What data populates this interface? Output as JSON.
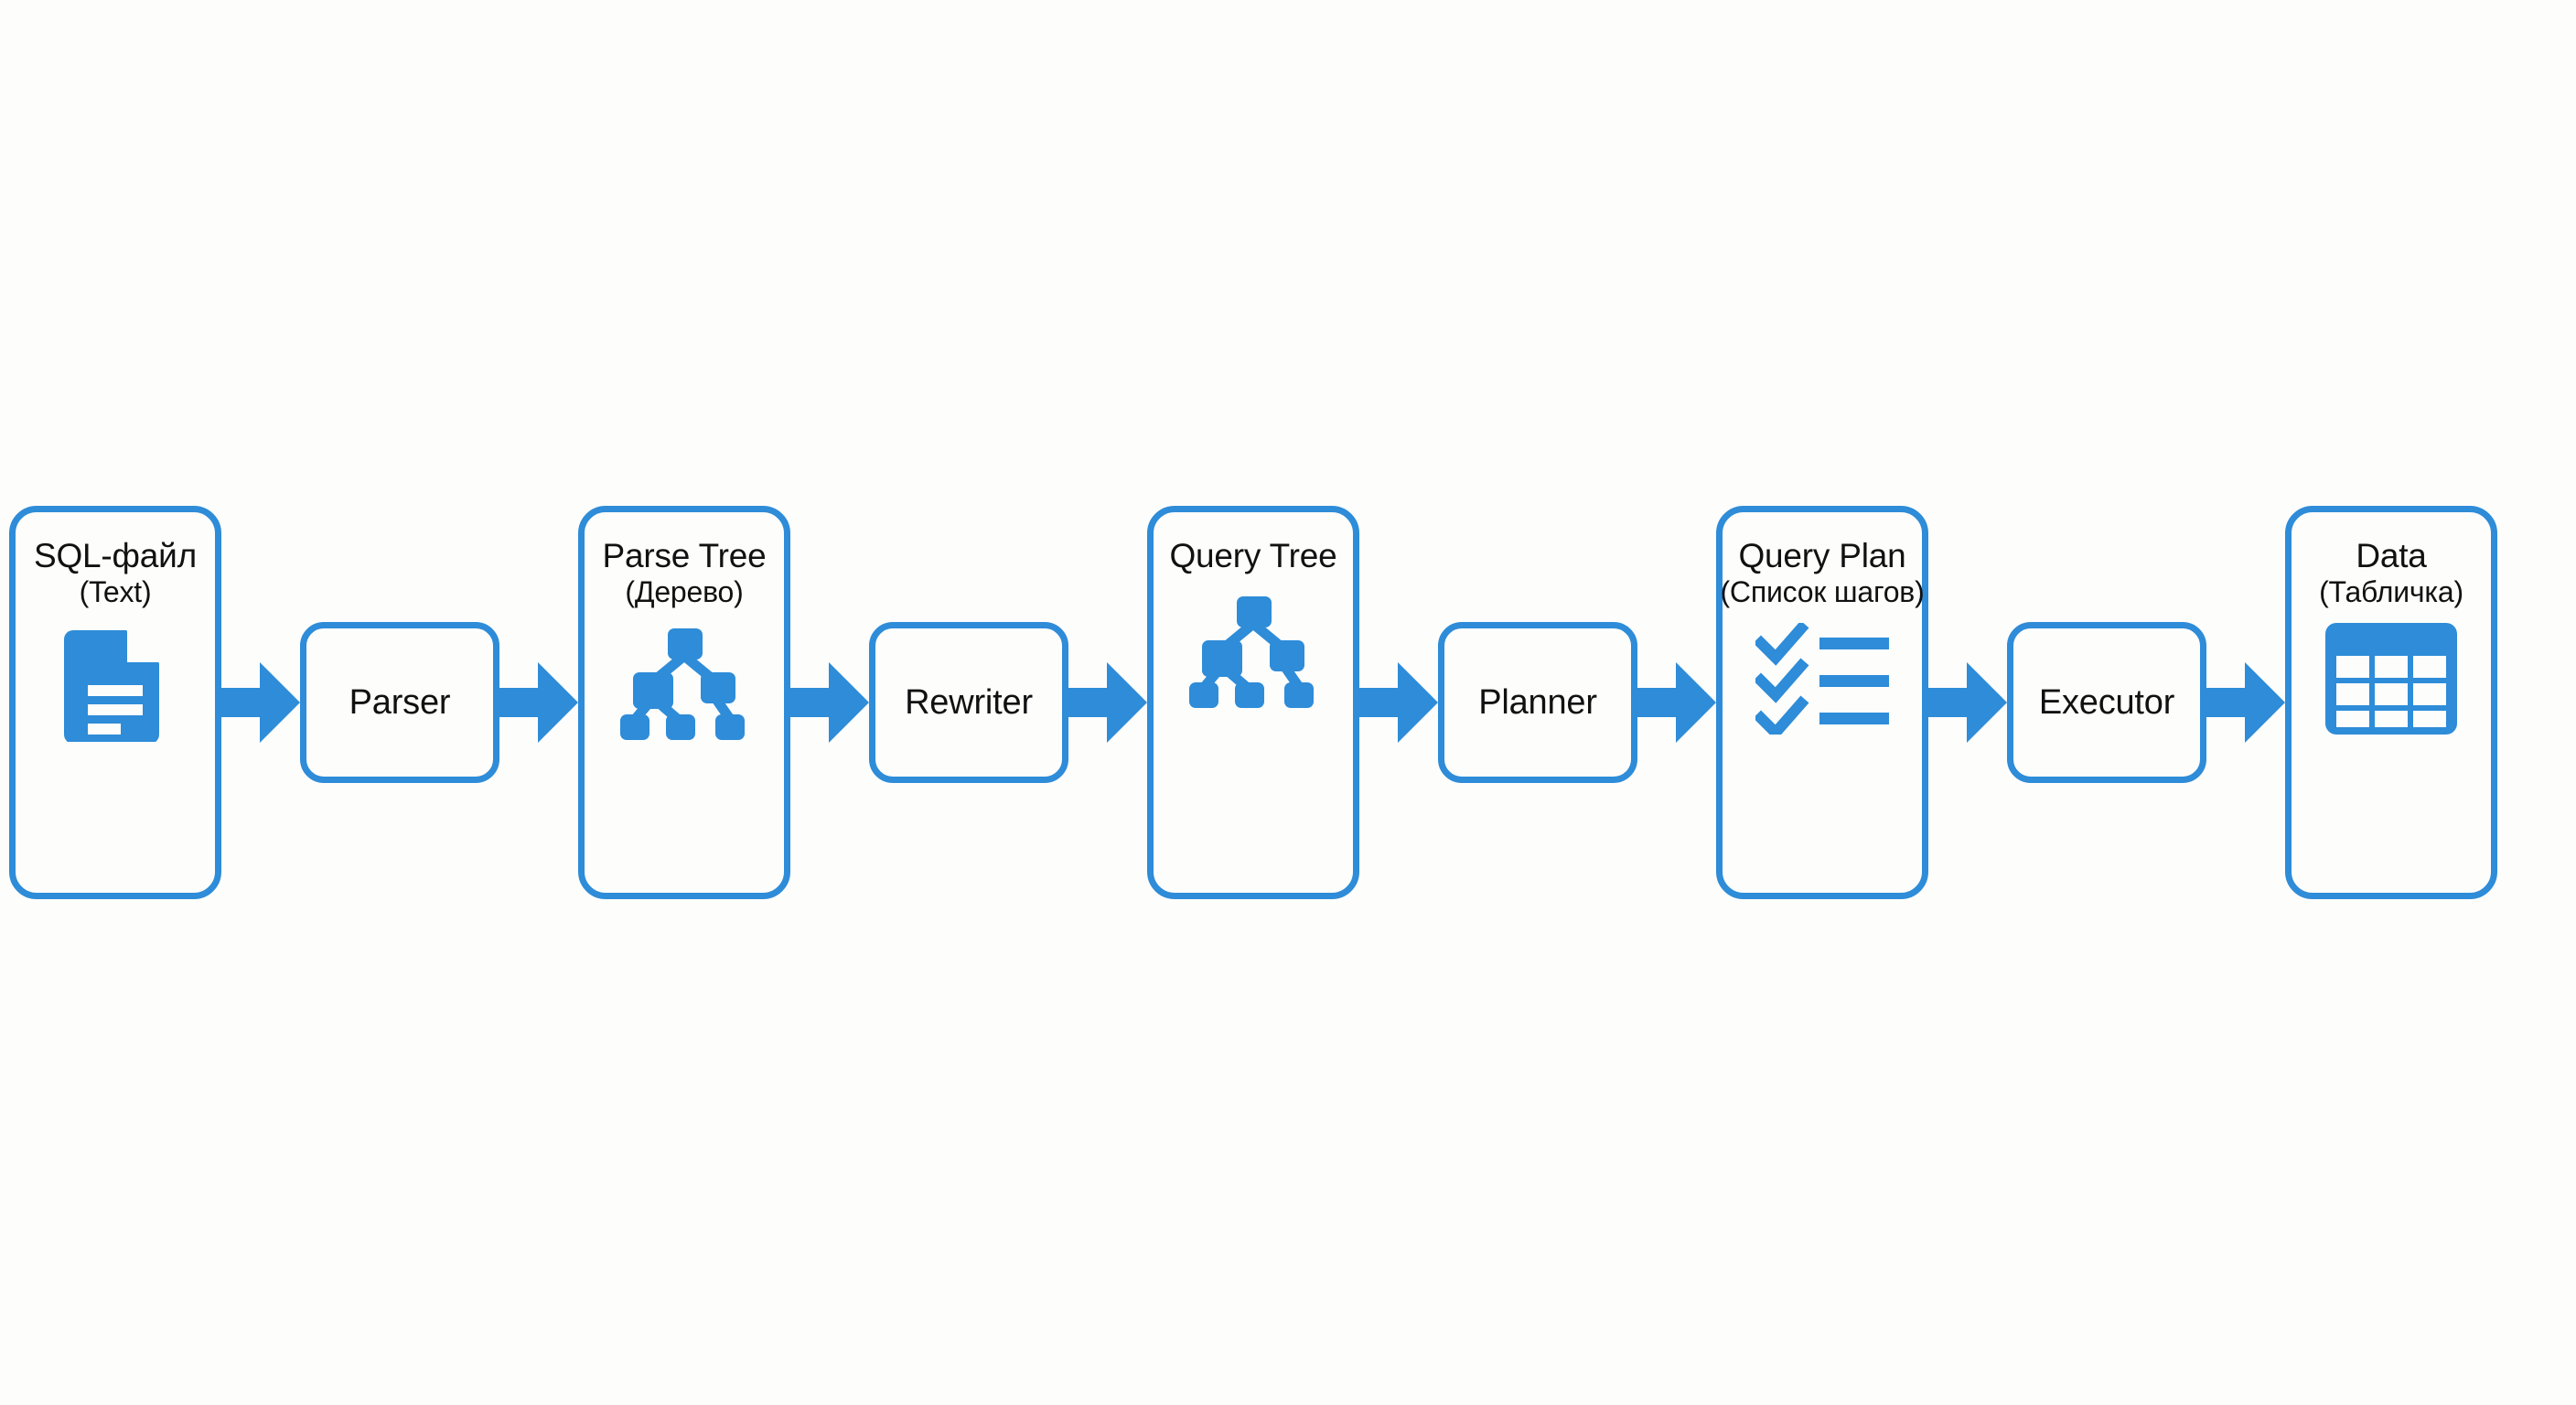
{
  "diagram": {
    "title": "SQL query processing pipeline",
    "background_color": "#fdfdfc",
    "accent_color": "#2e8cd8",
    "text_color": "#111111",
    "orientation": "left-to-right",
    "nodes": [
      {
        "id": "sql-file",
        "kind": "artifact",
        "title": "SQL-файл",
        "subtitle": "(Text)",
        "icon": "document-icon"
      },
      {
        "id": "parser",
        "kind": "stage",
        "label": "Parser",
        "icon": null
      },
      {
        "id": "parse-tree",
        "kind": "artifact",
        "title": "Parse Tree",
        "subtitle": "(Дерево)",
        "icon": "tree-icon"
      },
      {
        "id": "rewriter",
        "kind": "stage",
        "label": "Rewriter",
        "icon": null
      },
      {
        "id": "query-tree",
        "kind": "artifact",
        "title": "Query Tree",
        "subtitle": "",
        "icon": "tree-icon"
      },
      {
        "id": "planner",
        "kind": "stage",
        "label": "Planner",
        "icon": null
      },
      {
        "id": "query-plan",
        "kind": "artifact",
        "title": "Query Plan",
        "subtitle": "(Список шагов)",
        "icon": "checklist-icon"
      },
      {
        "id": "executor",
        "kind": "stage",
        "label": "Executor",
        "icon": null
      },
      {
        "id": "data",
        "kind": "artifact",
        "title": "Data",
        "subtitle": "(Табличка)",
        "icon": "table-icon"
      }
    ],
    "arrows": [
      {
        "id": "arrow-1",
        "from": "sql-file",
        "to": "parser",
        "glyph": "right-arrow-icon"
      },
      {
        "id": "arrow-2",
        "from": "parser",
        "to": "parse-tree",
        "glyph": "right-arrow-icon"
      },
      {
        "id": "arrow-3",
        "from": "parse-tree",
        "to": "rewriter",
        "glyph": "right-arrow-icon"
      },
      {
        "id": "arrow-4",
        "from": "rewriter",
        "to": "query-tree",
        "glyph": "right-arrow-icon"
      },
      {
        "id": "arrow-5",
        "from": "query-tree",
        "to": "planner",
        "glyph": "right-arrow-icon"
      },
      {
        "id": "arrow-6",
        "from": "planner",
        "to": "query-plan",
        "glyph": "right-arrow-icon"
      },
      {
        "id": "arrow-7",
        "from": "query-plan",
        "to": "executor",
        "glyph": "right-arrow-icon"
      },
      {
        "id": "arrow-8",
        "from": "executor",
        "to": "data",
        "glyph": "right-arrow-icon"
      }
    ]
  }
}
